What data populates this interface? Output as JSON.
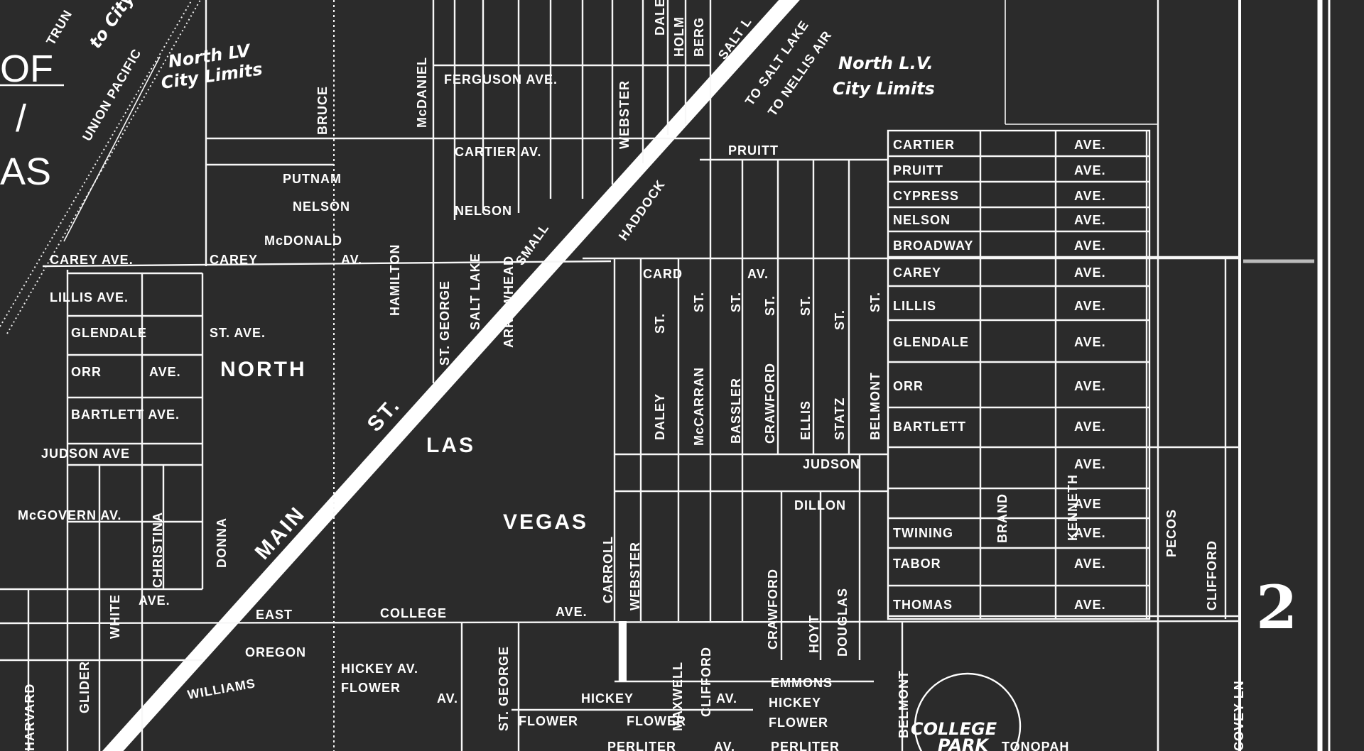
{
  "map": {
    "colors": {
      "background": "#2b2b2b",
      "ink": "#ffffff"
    },
    "sheet_number": "2",
    "title_fragments": [
      "OF",
      "/",
      "AS"
    ],
    "area_names": [
      "NORTH",
      "LAS",
      "VEGAS",
      "MAIN",
      "ST."
    ],
    "park_label": [
      "COLLEGE",
      "PARK"
    ],
    "notes": {
      "north_lv_limits_1": [
        "North LV",
        "City Limits"
      ],
      "north_lv_limits_2": [
        "North L.V.",
        "City Limits"
      ],
      "to_city": "to City",
      "union_pacific": "UNION PACIFIC",
      "trunk": "TRUN",
      "salt_lake": "SALT L",
      "to_salt_lake": "TO SALT LAKE",
      "to_nellis": "TO NELLIS AIR",
      "union": "UNION"
    },
    "east_grid": {
      "rows": [
        {
          "name": "CARTIER",
          "suffix": "AVE."
        },
        {
          "name": "PRUITT",
          "suffix": "AVE."
        },
        {
          "name": "CYPRESS",
          "suffix": "AVE."
        },
        {
          "name": "NELSON",
          "suffix": "AVE."
        },
        {
          "name": "BROADWAY",
          "suffix": "AVE."
        },
        {
          "name": "CAREY",
          "suffix": "AVE."
        },
        {
          "name": "LILLIS",
          "suffix": "AVE."
        },
        {
          "name": "GLENDALE",
          "suffix": "AVE."
        },
        {
          "name": "ORR",
          "suffix": "AVE."
        },
        {
          "name": "BARTLETT",
          "suffix": "AVE."
        },
        {
          "name": "",
          "suffix": "AVE."
        },
        {
          "name": "",
          "suffix": "AVE"
        },
        {
          "name": "TWINING",
          "suffix": "AVE."
        },
        {
          "name": "TABOR",
          "suffix": "AVE."
        },
        {
          "name": "THOMAS",
          "suffix": "AVE."
        }
      ]
    },
    "vertical_streets": [
      "DALEY",
      "ST.",
      "McCARRAN",
      "ST.",
      "BASSLER",
      "ST.",
      "CRAWFORD",
      "ST.",
      "ELLIS",
      "ST.",
      "STATZ",
      "ST.",
      "BELMONT",
      "ST.",
      "CARROLL",
      "WEBSTER",
      "MAXWELL",
      "CLIFFORD",
      "CRAWFORD",
      "HOYT",
      "DOUGLAS",
      "BRAND",
      "KENNETH",
      "PECOS",
      "CLIFFORD",
      "BELMONT",
      "HADDOCK",
      "SMALL",
      "ARROWHEAD",
      "SALT LAKE",
      "ST. GEORGE",
      "HAMILTON",
      "McDANIEL",
      "BRUCE",
      "WEBSTER",
      "DONNA",
      "CHRISTINA",
      "WHITE",
      "GLIDER",
      "HARVARD",
      "ST. GEORGE",
      "DALE",
      "HOLM",
      "BERG",
      "COVEY LN"
    ],
    "horizontal_streets": [
      "FERGUSON AVE.",
      "CARTIER AV.",
      "PRUITT",
      "PUTNAM",
      "NELSON",
      "McDONALD",
      "CAREY AVE.",
      "CAREY",
      "AV.",
      "LILLIS AVE.",
      "GLENDALE",
      "ST. AVE.",
      "ORR",
      "AVE.",
      "BARTLETT AVE.",
      "JUDSON AVE",
      "McGOVERN AV.",
      "AVE.",
      "JUDSON",
      "DILLON",
      "EAST",
      "COLLEGE",
      "AVE.",
      "OREGON",
      "HICKEY AV.",
      "FLOWER",
      "AV.",
      "HICKEY",
      "AV.",
      "FLOWER",
      "FLOWER",
      "EMMONS",
      "HICKEY",
      "FLOWER",
      "PERLITER",
      "AV.",
      "PERLITER",
      "TONOPAH",
      "WILLIAMS",
      "NELSON",
      "CARD",
      "AV."
    ]
  }
}
